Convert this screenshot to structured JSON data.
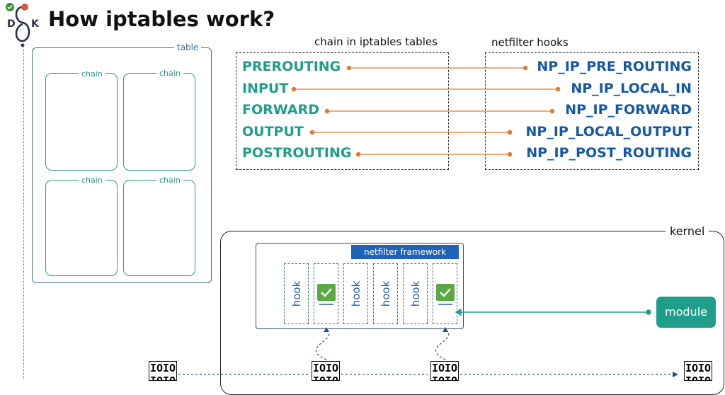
{
  "title": "How iptables work?",
  "logo": {
    "letters": [
      "D",
      "K"
    ],
    "icons": [
      "infinity-loop-icon",
      "check-badge-icon",
      "alert-badge-icon"
    ]
  },
  "table": {
    "label": "table",
    "chains": [
      "chain",
      "chain",
      "chain",
      "chain"
    ]
  },
  "columns": {
    "chains_header": "chain in iptables tables",
    "hooks_header": "netfilter hooks"
  },
  "mappings": [
    {
      "chain": "PREROUTING",
      "hook": "NP_IP_PRE_ROUTING"
    },
    {
      "chain": "INPUT",
      "hook": "NP_IP_LOCAL_IN"
    },
    {
      "chain": "FORWARD",
      "hook": "NP_IP_FORWARD"
    },
    {
      "chain": "OUTPUT",
      "hook": "NP_IP_LOCAL_OUTPUT"
    },
    {
      "chain": "POSTROUTING",
      "hook": "NP_IP_POST_ROUTING"
    }
  ],
  "kernel": {
    "label": "kernel",
    "framework_label": "netfilter framework",
    "hooks": [
      {
        "label": "hook",
        "checked": false
      },
      {
        "label": "hook",
        "checked": true
      },
      {
        "label": "hook",
        "checked": false
      },
      {
        "label": "hook",
        "checked": false
      },
      {
        "label": "hook",
        "checked": false
      },
      {
        "label": "hook",
        "checked": true
      }
    ],
    "module_label": "module"
  },
  "packet_text": "IOIO\nIOIO",
  "colors": {
    "chain": "#1e9e8a",
    "hook": "#1557a8",
    "connector": "#e07a2e",
    "framework": "#1d63b8",
    "check": "#5aa845"
  }
}
